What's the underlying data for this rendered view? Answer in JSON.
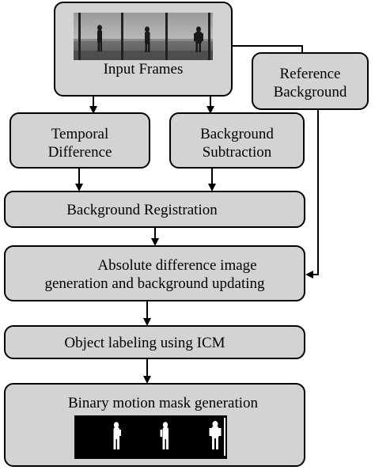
{
  "nodes": {
    "input_frames": "Input Frames",
    "reference_background_line1": "Reference",
    "reference_background_line2": "Background",
    "temporal_difference_line1": "Temporal",
    "temporal_difference_line2": "Difference",
    "background_subtraction_line1": "Background",
    "background_subtraction_line2": "Subtraction",
    "background_registration": "Background Registration",
    "absolute_difference_line1": "Absolute difference image",
    "absolute_difference_line2": "generation and background updating",
    "object_labeling": "Object labeling using ICM",
    "binary_motion_mask": "Binary motion mask generation"
  },
  "colors": {
    "box_fill": "#d3d3d3",
    "stroke": "#000000",
    "mask_background": "#000000",
    "mask_silhouette": "#ffffff"
  }
}
